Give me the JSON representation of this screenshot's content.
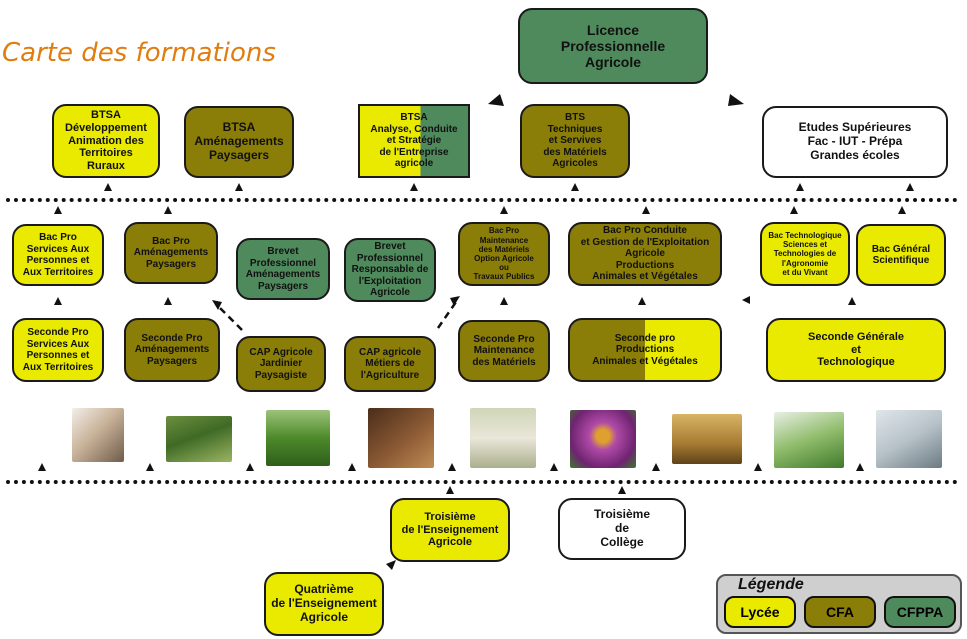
{
  "title": "Carte des formations",
  "top": {
    "licence": "Licence\nProfessionnelle\nAgricole"
  },
  "tier1": {
    "btsa_dev": "BTSA\nDéveloppement\nAnimation des\nTerritoires\nRuraux",
    "btsa_amen": "BTSA\nAménagements\nPaysagers",
    "btsa_acse": "BTSA\nAnalyse, Conduite\net Stratégie\nde l'Entreprise\nagricole",
    "bts_tsma": "BTS\nTechniques\net Servives\ndes Matériels\nAgricoles",
    "etudes": "Etudes Supérieures\nFac - IUT - Prépa\nGrandes écoles"
  },
  "tier2": {
    "bacpro_sapat": "Bac Pro\nServices Aux\nPersonnes et\nAux Territoires",
    "bacpro_amen": "Bac Pro\nAménagements\nPaysagers",
    "brevet_amen": "Brevet\nProfessionnel\nAménagements\nPaysagers",
    "brevet_resp": "Brevet\nProfessionnel\nResponsable de\nl'Exploitation\nAgricole",
    "bacpro_maint": "Bac Pro\nMaintenance\ndes Matériels\nOption Agricole\nou\nTravaux Publics",
    "bacpro_cgea": "Bac Pro Conduite\net Gestion de l'Exploitation\nAgricole\nProductions\nAnimales et Végétales",
    "bac_techno": "Bac Technologique\nSciences et\nTechnologies de\nl'Agronomie\net du Vivant",
    "bac_general": "Bac Général\nScientifique"
  },
  "tier3": {
    "seconde_sapat": "Seconde Pro\nServices Aux\nPersonnes et\nAux Territoires",
    "seconde_amen": "Seconde Pro\nAménagements\nPaysagers",
    "cap_jardinier": "CAP Agricole\nJardinier\nPaysagiste",
    "cap_metiers": "CAP agricole\nMétiers de\nl'Agriculture",
    "seconde_maint": "Seconde Pro\nMaintenance\ndes Matériels",
    "seconde_prod": "Seconde pro\nProductions\nAnimales et Végétales",
    "seconde_gt": "Seconde Générale\net\nTechnologique"
  },
  "bottom": {
    "troisieme_ea": "Troisième\nde l'Enseignement\nAgricole",
    "troisieme_college": "Troisième\nde\nCollège",
    "quatrieme_ea": "Quatrième\nde l'Enseignement\nAgricole"
  },
  "legend": {
    "title": "Légende",
    "lycee": "Lycée",
    "cfa": "CFA",
    "cfppa": "CFPPA"
  },
  "colors": {
    "lycee": "#e9ea00",
    "cfa": "#8a7d08",
    "cfppa": "#4e8a5c",
    "title": "#e07d10"
  },
  "photos": [
    "elderly-care-photo",
    "garden-photo",
    "tractor-photo",
    "farmer-photo",
    "sheep-photo",
    "bee-flower-photo",
    "wheat-photo",
    "plant-hand-photo",
    "lab-scientist-photo"
  ]
}
